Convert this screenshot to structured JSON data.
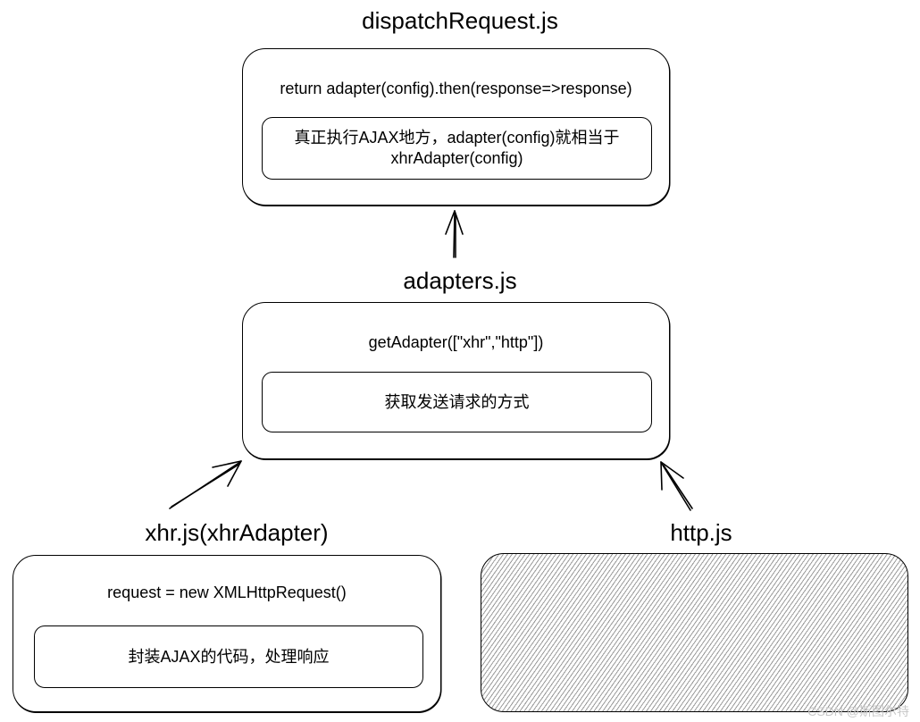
{
  "dispatch": {
    "title": "dispatchRequest.js",
    "code": "return adapter(config).then(response=>response)",
    "note_line1": "真正执行AJAX地方，adapter(config)就相当于",
    "note_line2": "xhrAdapter(config)"
  },
  "adapters": {
    "title": "adapters.js",
    "code": "getAdapter([\"xhr\",\"http\"])",
    "note": "获取发送请求的方式"
  },
  "xhr": {
    "title": "xhr.js(xhrAdapter)",
    "code": "request = new XMLHttpRequest()",
    "note": "封装AJAX的代码，处理响应"
  },
  "http": {
    "title": "http.js"
  },
  "watermark": "CSDN @斯图尔特"
}
